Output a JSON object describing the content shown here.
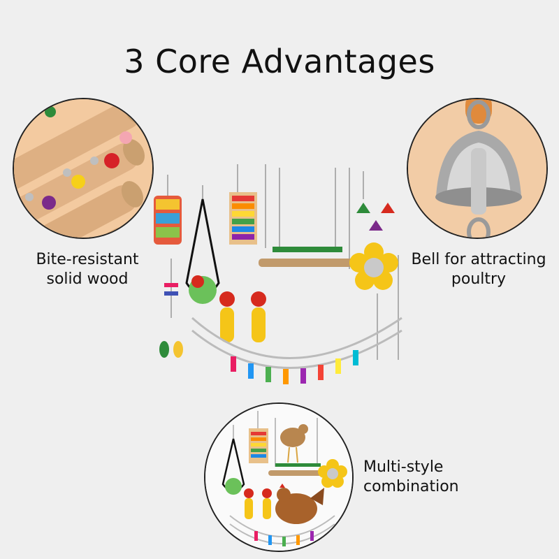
{
  "page_title": "3 Core Advantages",
  "features": {
    "wood": {
      "line1": "Bite-resistant",
      "line2": "solid wood",
      "image_icon": "wooden-perch-image"
    },
    "bell": {
      "line1": "Bell for attracting",
      "line2": "poultry",
      "image_icon": "bell-image"
    },
    "combo": {
      "line1": "Multi-style",
      "line2": "combination",
      "image_icon": "toy-set-image"
    }
  },
  "colors": {
    "background": "#efefef",
    "wood": "#e2b98a",
    "bell": "#b9b9b9",
    "accent_yellow": "#f5c518",
    "accent_red": "#d42a1e"
  }
}
